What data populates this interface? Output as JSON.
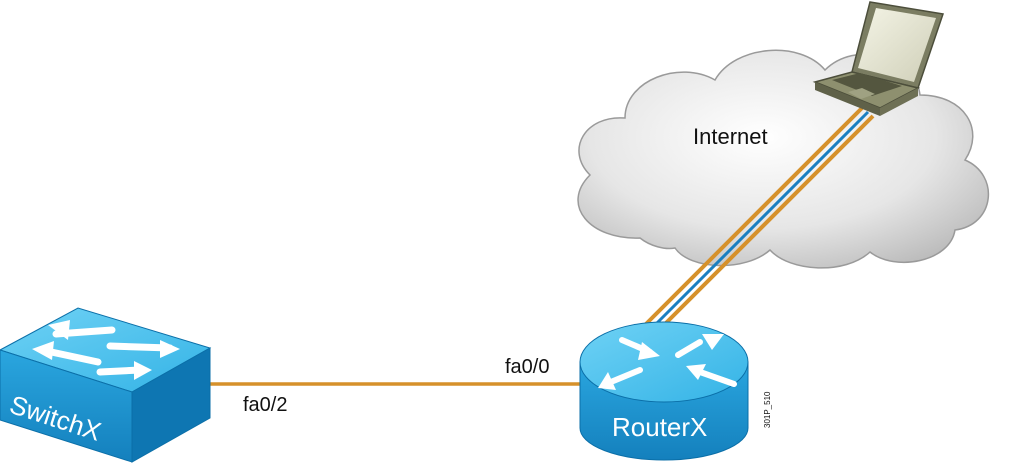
{
  "nodes": {
    "internet": {
      "label": "Internet"
    },
    "switch": {
      "label": "SwitchX"
    },
    "router": {
      "label": "RouterX"
    }
  },
  "interfaces": {
    "switch_port": "fa0/2",
    "router_lan_port": "fa0/0"
  },
  "figure_id": "301P_510",
  "colors": {
    "device_blue": "#1f9ad6",
    "device_top": "#4cc2ee",
    "device_dark": "#0b6fa8",
    "ethernet_link": "#d6912b",
    "wan_link_blue": "#1b7fc1",
    "cloud_fill": "#e3e3e3"
  }
}
